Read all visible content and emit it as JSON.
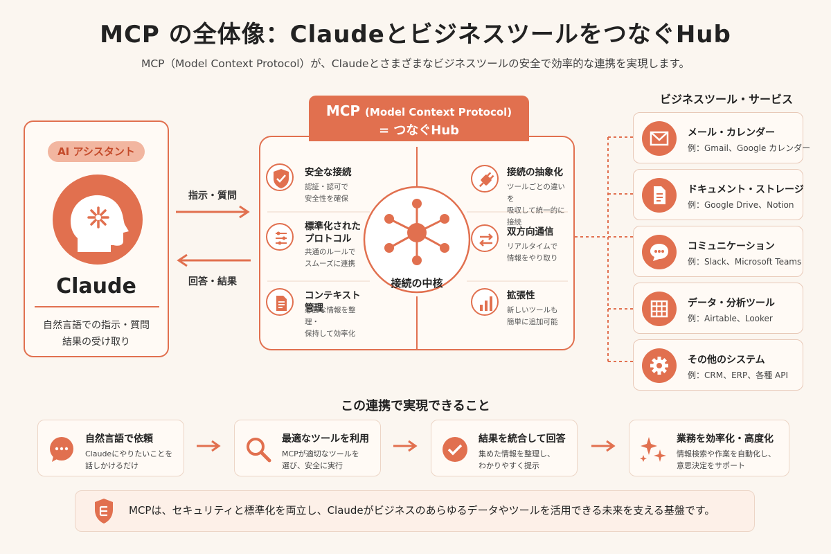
{
  "title": "MCP の全体像：ClaudeとビジネスツールをつなぐHub",
  "subtitle": "MCP（Model Context Protocol）が、Claudeとさまざまなビジネスツールの安全で効率的な連携を実現します。",
  "claude": {
    "pill": "AI アシスタント",
    "name": "Claude",
    "desc_1": "自然言語での指示・質問",
    "desc_2": "結果の受け取り"
  },
  "arrows": {
    "top": "指示・質問",
    "bottom": "回答・結果"
  },
  "hub": {
    "banner_main": "MCP",
    "banner_paren": "(Model Context Protocol)",
    "banner_sub": "= つなぐHub",
    "center_label": "接続の中核",
    "features": [
      {
        "title": "安全な接続",
        "desc_1": "認証・認可で",
        "desc_2": "安全性を確保"
      },
      {
        "title_1": "標準化された",
        "title_2": "プロトコル",
        "desc_1": "共通のルールで",
        "desc_2": "スムーズに連携"
      },
      {
        "title": "コンテキスト管理",
        "desc_1": "必要な情報を整理・",
        "desc_2": "保持して効率化"
      },
      {
        "title": "接続の抽象化",
        "desc_1": "ツールごとの違いを",
        "desc_2": "吸収して統一的に接続"
      },
      {
        "title": "双方向通信",
        "desc_1": "リアルタイムで",
        "desc_2": "情報をやり取り"
      },
      {
        "title": "拡張性",
        "desc_1": "新しいツールも",
        "desc_2": "簡単に追加可能"
      }
    ]
  },
  "tools": {
    "title": "ビジネスツール・サービス",
    "items": [
      {
        "name": "メール・カレンダー",
        "example": "例：Gmail、Google カレンダー",
        "icon": "mail-icon"
      },
      {
        "name": "ドキュメント・ストレージ",
        "example": "例：Google Drive、Notion",
        "icon": "document-icon"
      },
      {
        "name": "コミュニケーション",
        "example": "例：Slack、Microsoft Teams",
        "icon": "chat-icon"
      },
      {
        "name": "データ・分析ツール",
        "example": "例：Airtable、Looker",
        "icon": "grid-icon"
      },
      {
        "name": "その他のシステム",
        "example": "例：CRM、ERP、各種 API",
        "icon": "gear-icon"
      }
    ]
  },
  "realize": {
    "title": "この連携で実現できること",
    "steps": [
      {
        "title": "自然言語で依頼",
        "desc_1": "Claudeにやりたいことを",
        "desc_2": "話しかけるだけ"
      },
      {
        "title": "最適なツールを利用",
        "desc_1": "MCPが適切なツールを",
        "desc_2": "選び、安全に実行"
      },
      {
        "title": "結果を統合して回答",
        "desc_1": "集めた情報を整理し、",
        "desc_2": "わかりやすく提示"
      },
      {
        "title": "業務を効率化・高度化",
        "desc_1": "情報検索や作業を自動化し、",
        "desc_2": "意思決定をサポート"
      }
    ]
  },
  "footer": "MCPは、セキュリティと標準化を両立し、Claudeがビジネスのあらゆるデータやツールを活用できる未来を支える基盤です。",
  "colors": {
    "accent": "#e1704f",
    "accent_light": "#f2b6a0",
    "background": "#fbf6f0"
  }
}
